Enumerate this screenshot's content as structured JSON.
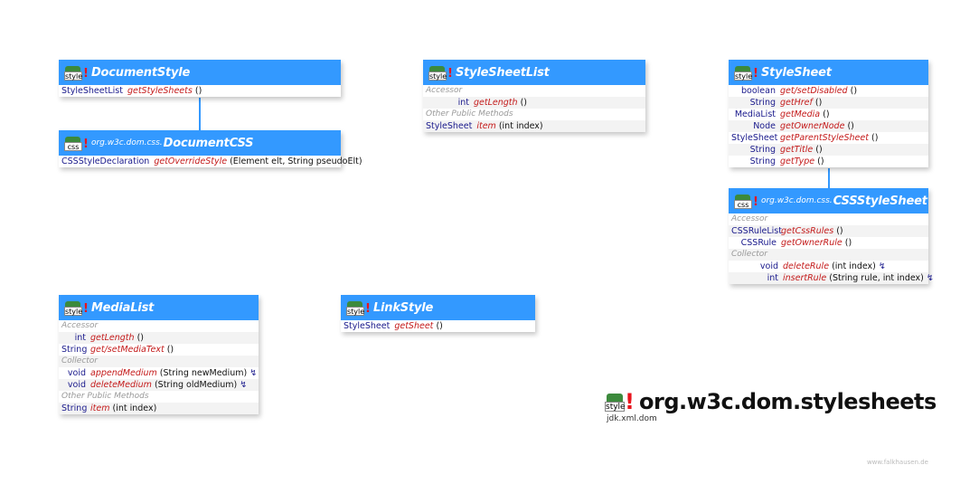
{
  "boxes": {
    "documentstyle": {
      "icon": "style",
      "title": "DocumentStyle",
      "rows": [
        {
          "ret": "StyleSheetList",
          "name": "getStyleSheets",
          "params": "()"
        }
      ]
    },
    "documentcss": {
      "icon": "css",
      "pkg": "org.w3c.dom.css.",
      "title": "DocumentCSS",
      "rows": [
        {
          "ret": "CSSStyleDeclaration",
          "name": "getOverrideStyle",
          "params": "(Element elt, String pseudoElt)"
        }
      ]
    },
    "stylesheetlist": {
      "icon": "style",
      "title": "StyleSheetList",
      "cat1": "Accessor",
      "r1": {
        "ret": "int",
        "name": "getLength",
        "params": "()"
      },
      "cat2": "Other Public Methods",
      "r2": {
        "ret": "StyleSheet",
        "name": "item",
        "params": "(int index)"
      }
    },
    "stylesheet": {
      "icon": "style",
      "title": "StyleSheet",
      "rows": [
        {
          "ret": "boolean",
          "name": "get/setDisabled",
          "params": "()"
        },
        {
          "ret": "String",
          "name": "getHref",
          "params": "()"
        },
        {
          "ret": "MediaList",
          "name": "getMedia",
          "params": "()"
        },
        {
          "ret": "Node",
          "name": "getOwnerNode",
          "params": "()"
        },
        {
          "ret": "StyleSheet",
          "name": "getParentStyleSheet",
          "params": "()"
        },
        {
          "ret": "String",
          "name": "getTitle",
          "params": "()"
        },
        {
          "ret": "String",
          "name": "getType",
          "params": "()"
        }
      ]
    },
    "cssstylesheet": {
      "icon": "css",
      "pkg": "org.w3c.dom.css.",
      "title": "CSSStyleSheet",
      "cat1": "Accessor",
      "r1": {
        "ret": "CSSRuleList",
        "name": "getCssRules",
        "params": "()"
      },
      "r2": {
        "ret": "CSSRule",
        "name": "getOwnerRule",
        "params": "()"
      },
      "cat2": "Collector",
      "r3": {
        "ret": "void",
        "name": "deleteRule",
        "params": "(int index)",
        "mark": "↯"
      },
      "r4": {
        "ret": "int",
        "name": "insertRule",
        "params": "(String rule, int index)",
        "mark": "↯"
      }
    },
    "medialist": {
      "icon": "style",
      "title": "MediaList",
      "cat1": "Accessor",
      "r1": {
        "ret": "int",
        "name": "getLength",
        "params": "()"
      },
      "r2": {
        "ret": "String",
        "name": "get/setMediaText",
        "params": "()"
      },
      "cat2": "Collector",
      "r3": {
        "ret": "void",
        "name": "appendMedium",
        "params": "(String newMedium)",
        "mark": "↯"
      },
      "r4": {
        "ret": "void",
        "name": "deleteMedium",
        "params": "(String oldMedium)",
        "mark": "↯"
      },
      "cat3": "Other Public Methods",
      "r5": {
        "ret": "String",
        "name": "item",
        "params": "(int index)"
      }
    },
    "linkstyle": {
      "icon": "style",
      "title": "LinkStyle",
      "rows": [
        {
          "ret": "StyleSheet",
          "name": "getSheet",
          "params": "()"
        }
      ]
    }
  },
  "package": {
    "icon": "style",
    "bang": "!",
    "title": "org.w3c.dom.stylesheets",
    "module": "jdk.xml.dom"
  },
  "bang": "!",
  "watermark": "www.falkhausen.de",
  "colors": {
    "header": "#3399ff",
    "type": "#1a1a8c",
    "method": "#c41a1a",
    "category": "#999999",
    "bang": "#e8141c"
  }
}
